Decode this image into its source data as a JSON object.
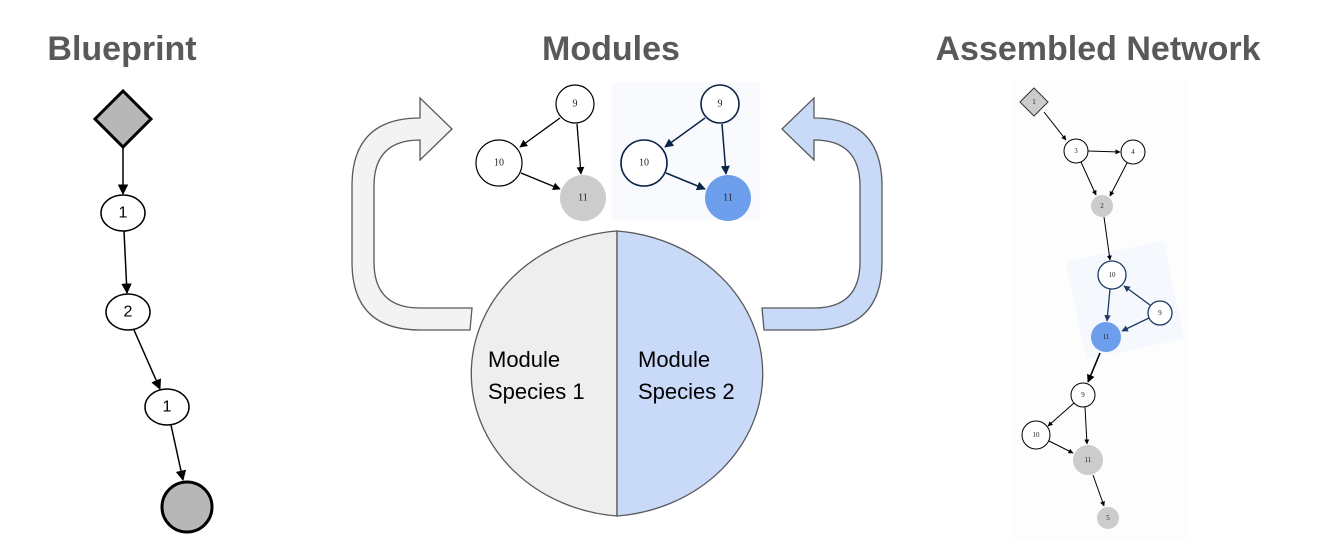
{
  "titles": {
    "blueprint": "Blueprint",
    "modules": "Modules",
    "assembled": "Assembled Network"
  },
  "blueprint": {
    "nodes": [
      "1",
      "2",
      "1"
    ]
  },
  "modules": {
    "species_1": {
      "line1": "Module",
      "line2": "Species 1"
    },
    "species_2": {
      "line1": "Module",
      "line2": "Species 2"
    },
    "module_graph_labels": [
      "9",
      "10",
      "11"
    ]
  },
  "assembled": {
    "labels": [
      "1",
      "3",
      "4",
      "2",
      "10",
      "9",
      "11",
      "9",
      "10",
      "11",
      "5"
    ]
  },
  "colors": {
    "species_1_fill": "#eeeeee",
    "species_2_fill": "#c9daf8",
    "output_gray": "#cccccc",
    "output_blue": "#6d9eeb",
    "title_gray": "#595959"
  }
}
